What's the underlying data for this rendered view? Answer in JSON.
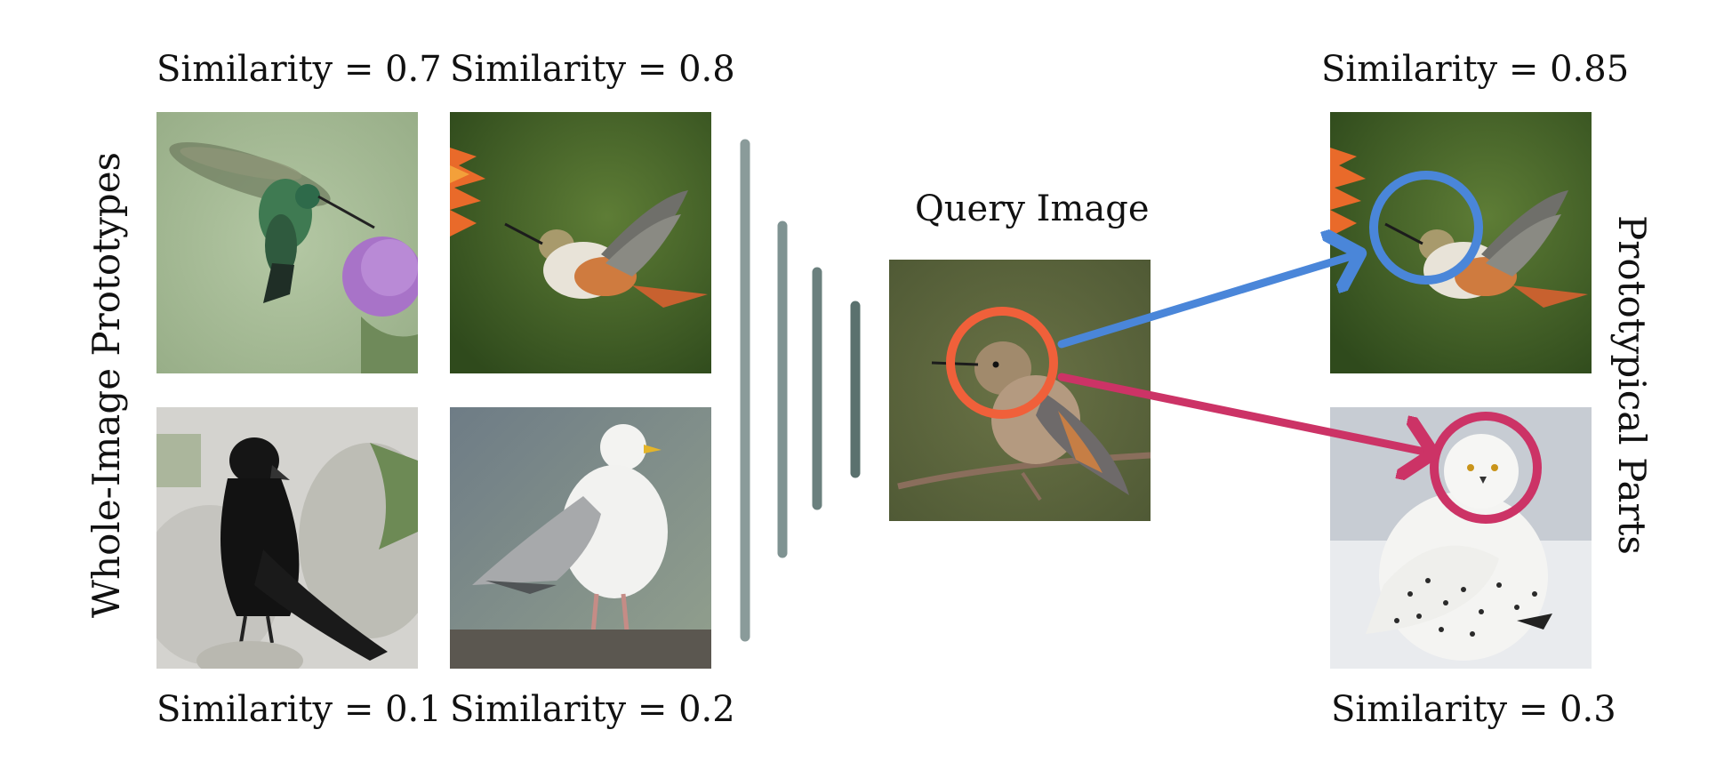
{
  "left_axis_label": "Whole-Image Prototypes",
  "right_axis_label": "Prototypical Parts",
  "query_label": "Query Image",
  "whole_image_prototypes": [
    {
      "similarity": "Similarity = 0.7",
      "subject": "hummingbird-green-thistle"
    },
    {
      "similarity": "Similarity = 0.8",
      "subject": "hummingbird-rufous-flower"
    },
    {
      "similarity": "Similarity = 0.1",
      "subject": "crow"
    },
    {
      "similarity": "Similarity = 0.2",
      "subject": "seagull"
    }
  ],
  "prototypical_parts": [
    {
      "similarity": "Similarity = 0.85",
      "subject": "hummingbird-rufous-flower",
      "circle_color": "#4a86d9"
    },
    {
      "similarity": "Similarity = 0.3",
      "subject": "snowy-owl",
      "circle_color": "#cc3366"
    }
  ],
  "query": {
    "subject": "hummingbird-perched",
    "circle_color": "#f0603a"
  },
  "colors": {
    "bars": [
      "#8a9b9a",
      "#7f9392",
      "#6b807e",
      "#5a716e"
    ],
    "arrow_top": "#4a86d9",
    "arrow_bottom": "#cc3366"
  }
}
